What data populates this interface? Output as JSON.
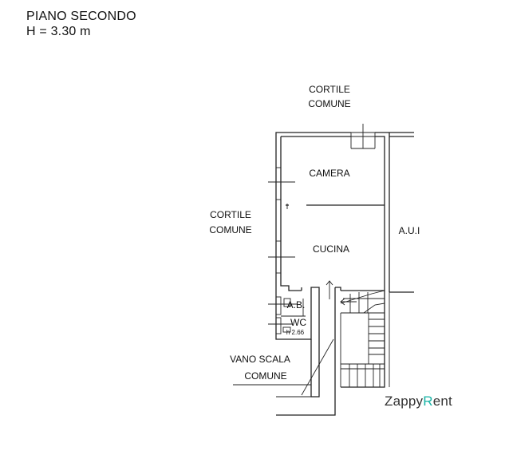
{
  "header": {
    "floor": "PIANO SECONDO",
    "height": "H = 3.30 m"
  },
  "labels": {
    "cortile_top_1": "CORTILE",
    "cortile_top_2": "COMUNE",
    "cortile_left_1": "CORTILE",
    "cortile_left_2": "COMUNE",
    "camera": "CAMERA",
    "cucina": "CUCINA",
    "aui": "A.U.I",
    "ab": "A.B.",
    "wc": "WC",
    "wc_height": "h 2.66",
    "vano_1": "VANO SCALA",
    "vano_2": "COMUNE"
  },
  "brand": {
    "name_start": "Zappy",
    "name_mark": "R",
    "name_end": "ent",
    "accent_color": "#19b3a6"
  }
}
